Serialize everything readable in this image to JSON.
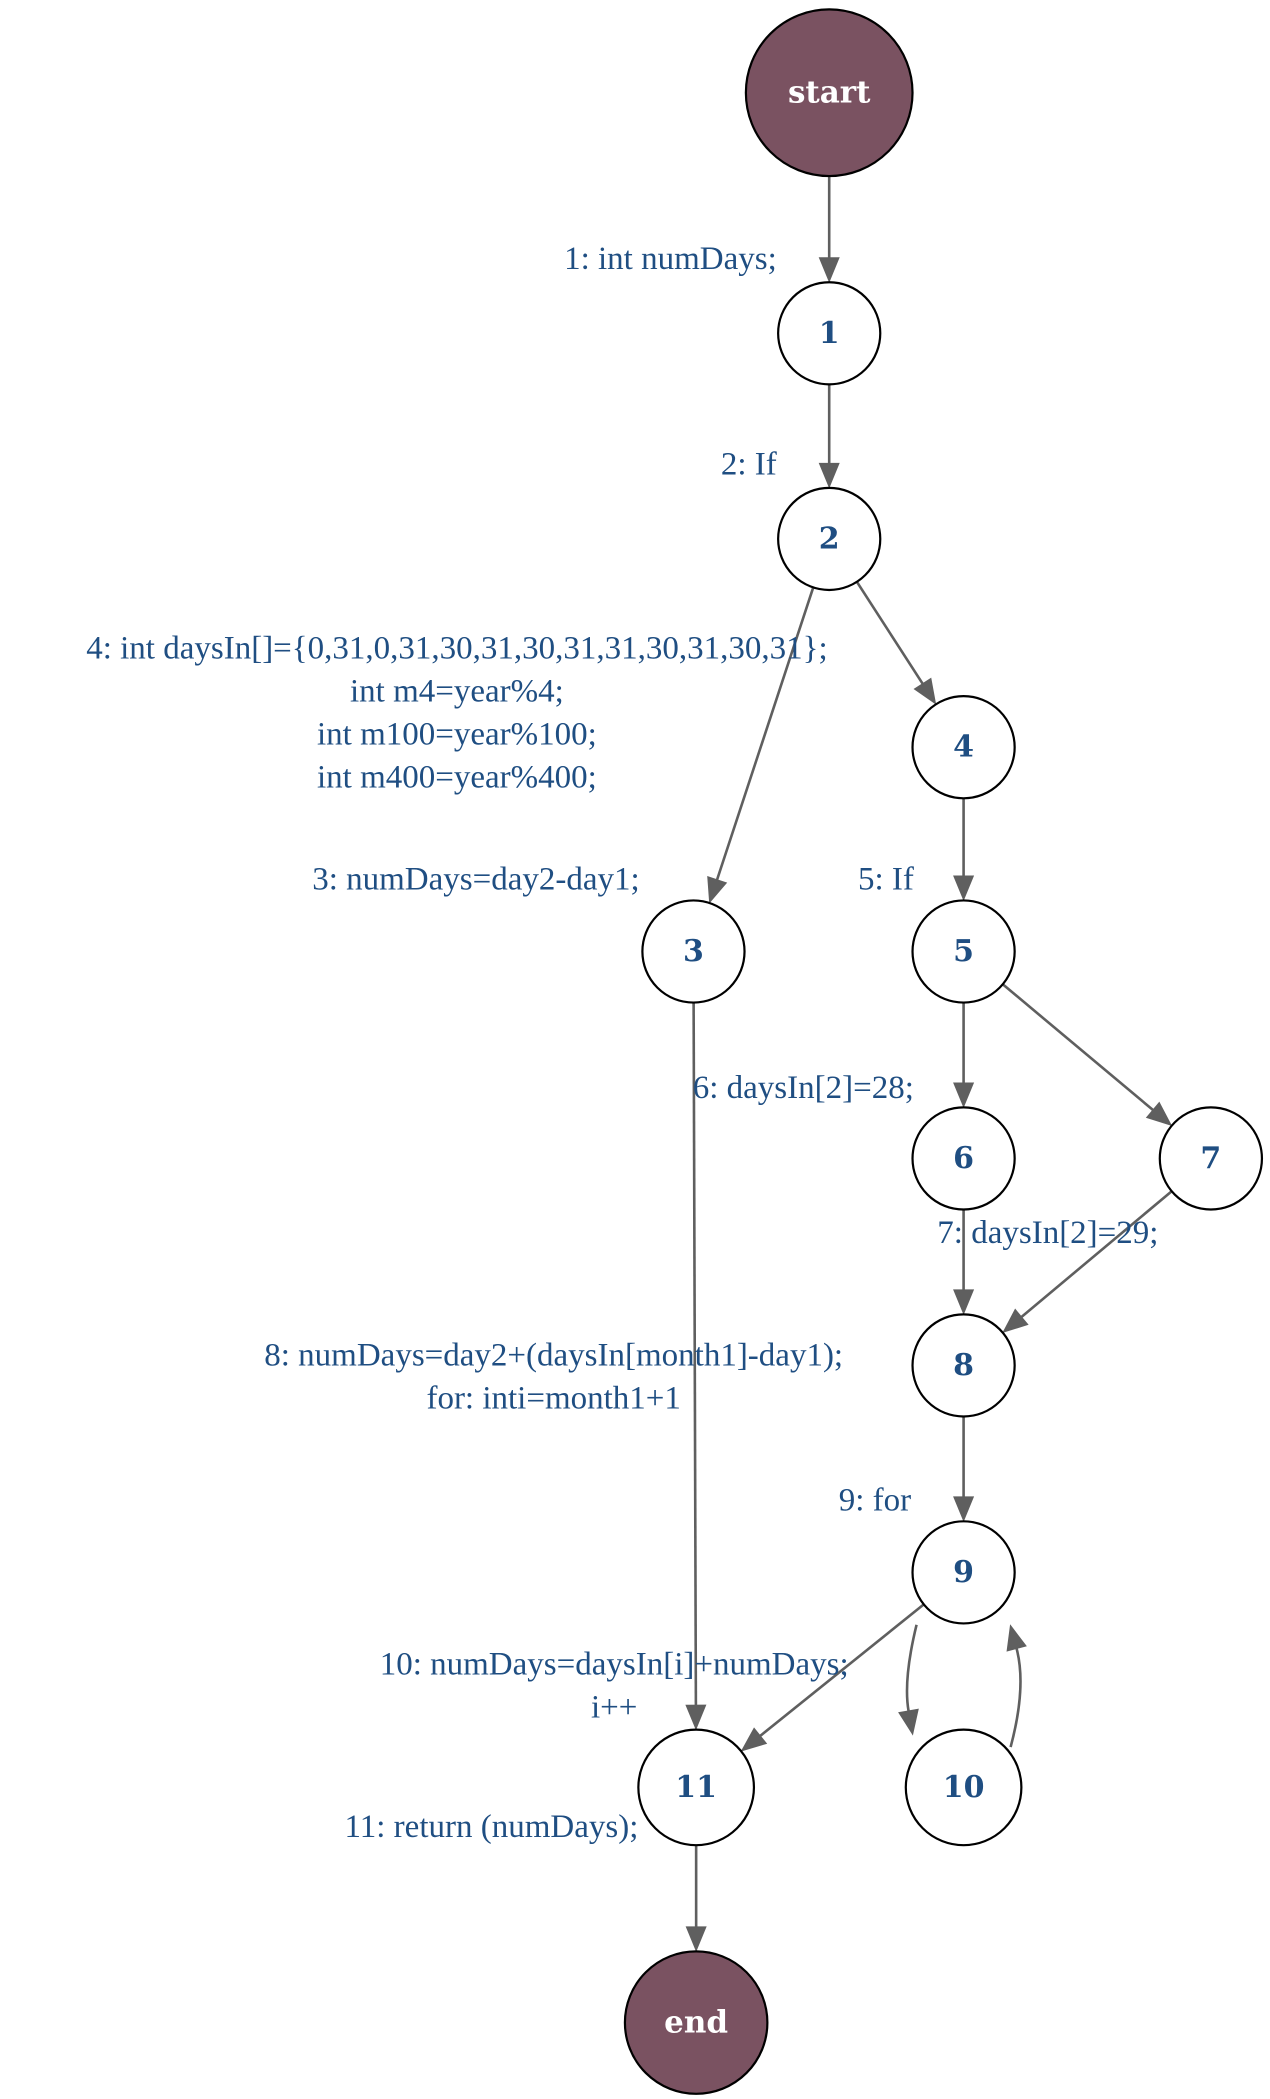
{
  "nodes": [
    {
      "id": "start",
      "label": "start",
      "kind": "terminal"
    },
    {
      "id": "n1",
      "label": "1",
      "kind": "statement"
    },
    {
      "id": "n2",
      "label": "2",
      "kind": "statement"
    },
    {
      "id": "n3",
      "label": "3",
      "kind": "statement"
    },
    {
      "id": "n4",
      "label": "4",
      "kind": "statement"
    },
    {
      "id": "n5",
      "label": "5",
      "kind": "statement"
    },
    {
      "id": "n6",
      "label": "6",
      "kind": "statement"
    },
    {
      "id": "n7",
      "label": "7",
      "kind": "statement"
    },
    {
      "id": "n8",
      "label": "8",
      "kind": "statement"
    },
    {
      "id": "n9",
      "label": "9",
      "kind": "statement"
    },
    {
      "id": "n10",
      "label": "10",
      "kind": "statement"
    },
    {
      "id": "n11",
      "label": "11",
      "kind": "statement"
    },
    {
      "id": "end",
      "label": "end",
      "kind": "terminal"
    }
  ],
  "edges": [
    {
      "from": "start",
      "to": "n1"
    },
    {
      "from": "n1",
      "to": "n2"
    },
    {
      "from": "n2",
      "to": "n3"
    },
    {
      "from": "n2",
      "to": "n4"
    },
    {
      "from": "n4",
      "to": "n5"
    },
    {
      "from": "n3",
      "to": "n11"
    },
    {
      "from": "n5",
      "to": "n6"
    },
    {
      "from": "n5",
      "to": "n7"
    },
    {
      "from": "n6",
      "to": "n8"
    },
    {
      "from": "n7",
      "to": "n8"
    },
    {
      "from": "n8",
      "to": "n9"
    },
    {
      "from": "n9",
      "to": "n11"
    },
    {
      "from": "n9",
      "to": "n10"
    },
    {
      "from": "n10",
      "to": "n9"
    },
    {
      "from": "n11",
      "to": "end"
    }
  ],
  "labels": [
    {
      "node": "n1",
      "lines": [
        "1: int numDays;"
      ]
    },
    {
      "node": "n2",
      "lines": [
        "2: If"
      ]
    },
    {
      "node": "n4",
      "lines": [
        "4: int daysIn[]={0,31,0,31,30,31,30,31,31,30,31,30,31};",
        "int m4=year%4;",
        "int m100=year%100;",
        "int m400=year%400;"
      ]
    },
    {
      "node": "n3",
      "lines": [
        "3: numDays=day2-day1;"
      ]
    },
    {
      "node": "n5",
      "lines": [
        "5: If"
      ]
    },
    {
      "node": "n6",
      "lines": [
        "6: daysIn[2]=28;"
      ]
    },
    {
      "node": "n7",
      "lines": [
        "7: daysIn[2]=29;"
      ]
    },
    {
      "node": "n8",
      "lines": [
        "8: numDays=day2+(daysIn[month1]-day1);",
        "for: inti=month1+1"
      ]
    },
    {
      "node": "n9",
      "lines": [
        "9: for"
      ]
    },
    {
      "node": "n10",
      "lines": [
        "10: numDays=daysIn[i]+numDays;",
        "i++"
      ]
    },
    {
      "node": "n11",
      "lines": [
        "11: return (numDays);"
      ]
    }
  ],
  "colors": {
    "terminal_fill": "#7a5261",
    "node_fill": "#ffffff",
    "node_stroke": "#000000",
    "text": "#1f4e82",
    "edge": "#5f5f5f"
  }
}
